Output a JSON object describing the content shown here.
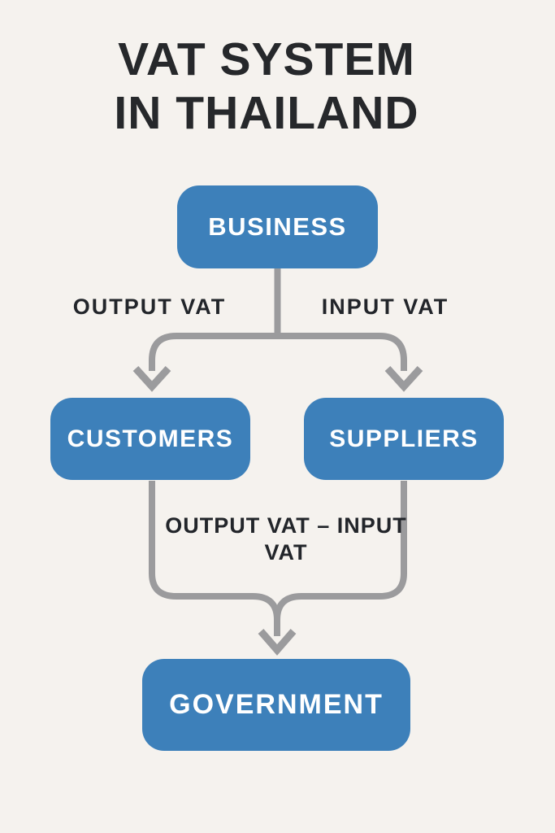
{
  "page": {
    "background_color": "#f5f2ee"
  },
  "title": {
    "line1": "VAT SYSTEM",
    "line2": "IN THAILAND",
    "color": "#26282b"
  },
  "diagram": {
    "nodes": [
      {
        "id": "business",
        "label": "BUSINESS"
      },
      {
        "id": "customers",
        "label": "CUSTOMERS"
      },
      {
        "id": "suppliers",
        "label": "SUPPLIERS"
      },
      {
        "id": "government",
        "label": "GOVERNMENT"
      }
    ],
    "edge_labels": {
      "output_vat": "OUTPUT VAT",
      "input_vat": "INPUT VAT",
      "net_vat_line1": "OUTPUT VAT – INPUT",
      "net_vat_line2": "VAT"
    },
    "flows": [
      {
        "from": "business",
        "to": "customers",
        "label": "OUTPUT VAT"
      },
      {
        "from": "business",
        "to": "suppliers",
        "label": "INPUT VAT"
      },
      {
        "from": "customers+suppliers",
        "to": "government",
        "label": "OUTPUT VAT – INPUT VAT"
      }
    ],
    "colors": {
      "node_fill": "#3d80ba",
      "node_text": "#ffffff",
      "connector": "#9b9b9d",
      "label_text": "#22252a"
    }
  }
}
